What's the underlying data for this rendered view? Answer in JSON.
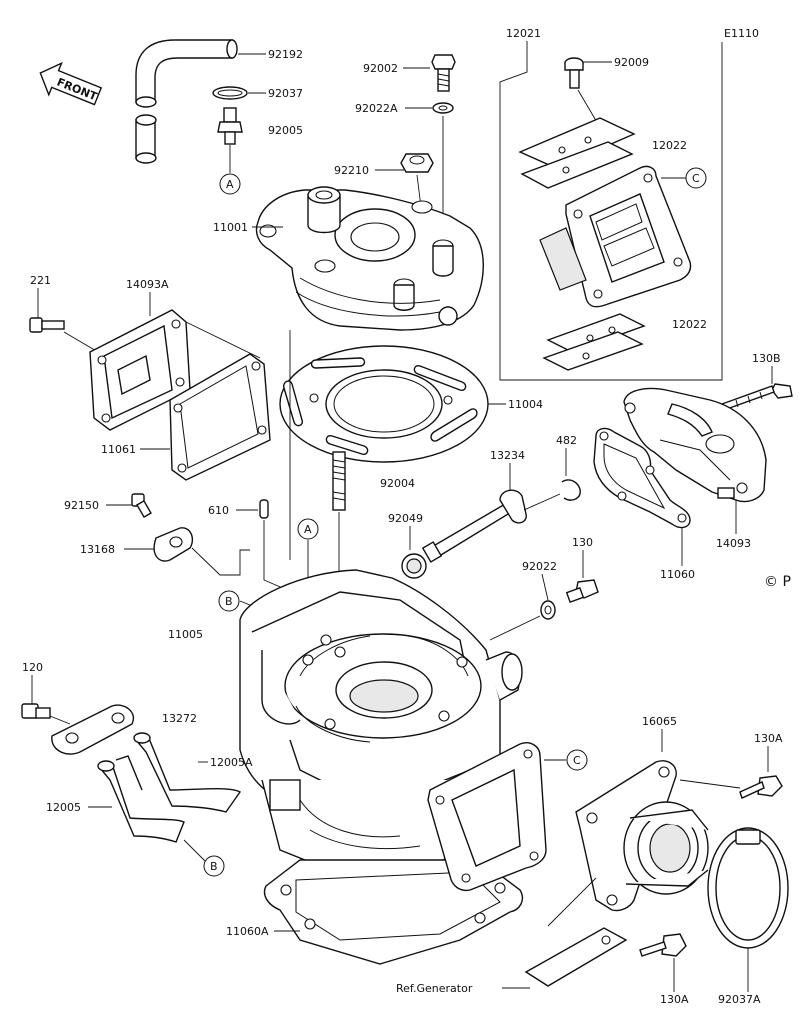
{
  "diagram": {
    "code": "E1110",
    "front_label": "FRONT",
    "copyright": "© P",
    "ref_generator": "Ref.Generator",
    "parts": {
      "p92192": "92192",
      "p92037": "92037",
      "p92005": "92005",
      "p92002": "92002",
      "p92022A": "92022A",
      "p92210": "92210",
      "p11001": "11001",
      "p12021": "12021",
      "p92009": "92009",
      "p12022a": "12022",
      "p12022b": "12022",
      "p221": "221",
      "p14093A": "14093A",
      "p11061": "11061",
      "p11004": "11004",
      "p130B": "130B",
      "p92004": "92004",
      "p13234": "13234",
      "p482": "482",
      "p92150": "92150",
      "p610": "610",
      "p92049": "92049",
      "p13168": "13168",
      "p130": "130",
      "p14093": "14093",
      "p11060": "11060",
      "p92022": "92022",
      "p11005": "11005",
      "p120": "120",
      "p13272": "13272",
      "p12005A": "12005A",
      "p16065": "16065",
      "p130A_a": "130A",
      "p12005": "12005",
      "p11060A": "11060A",
      "p130A_b": "130A",
      "p92037A": "92037A"
    },
    "callouts": {
      "a1": "A",
      "a2": "A",
      "b1": "B",
      "b2": "B",
      "c1": "C",
      "c2": "C"
    }
  }
}
